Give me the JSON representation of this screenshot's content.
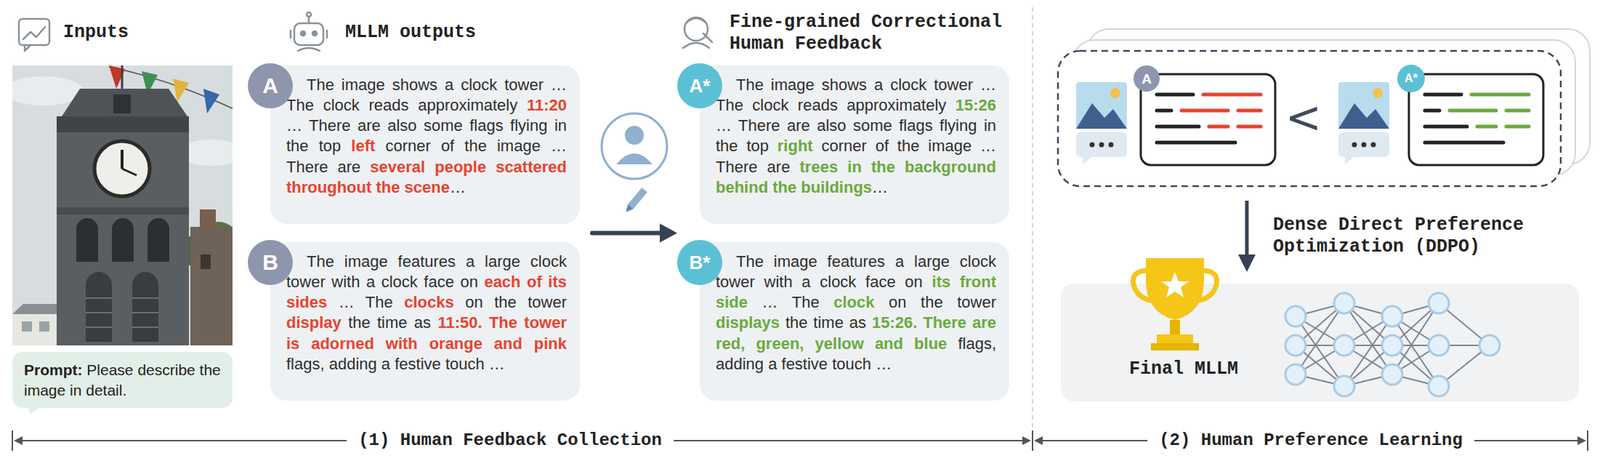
{
  "diagram": {
    "nodes": [
      {
        "text": [
          "Prompt:",
          "Please describe the image in detail."
        ]
      },
      {
        "text": [
          "The image shows a clock tower … The clock reads approximately",
          "11:20",
          "… There are also some flags flying in the top",
          "left",
          "corner of the image … There are",
          "several people scattered throughout the scene",
          "…"
        ]
      },
      {
        "text": [
          "A"
        ],
        "in": 1
      },
      {
        "text": [
          "The image features a large clock tower with a clock face on",
          "each of its sides",
          "… The",
          "clocks",
          "on the tower",
          "display",
          "the time as",
          "11:50.",
          "The tower is adorned with orange and pink",
          "flags, adding a festive touch …"
        ]
      },
      {
        "text": [
          "B"
        ],
        "in": 3
      },
      {
        "text": [
          "The image shows a clock tower … The clock reads approximately",
          "15:26",
          "… There are also some flags flying in the top",
          "right",
          "corner of the image … There are",
          "trees in the background behind the buildings",
          "…"
        ]
      },
      {
        "text": [
          "A*"
        ],
        "in": 5
      },
      {
        "text": [
          "The image features a large clock tower with a clock face on",
          "its front side",
          "… The",
          "clock",
          "on the tower",
          "displays",
          "the time as",
          "15:26.",
          "There are red, green, yellow and blue",
          "flags, adding a festive touch …"
        ]
      },
      {
        "text": [
          "B*"
        ],
        "in": 7
      },
      {
        "text": [
          "A"
        ]
      },
      {
        "text": [
          "A*"
        ]
      },
      {
        "text": [
          "Final MLLM"
        ]
      }
    ],
    "labels": [
      "Inputs",
      "MLLM outputs",
      "Fine-grained Correctional Human Feedback",
      "<",
      "Dense Direct Preference Optimization (DDPO)",
      "(1) Human Feedback Collection",
      "(2) Human Preference Learning"
    ]
  }
}
